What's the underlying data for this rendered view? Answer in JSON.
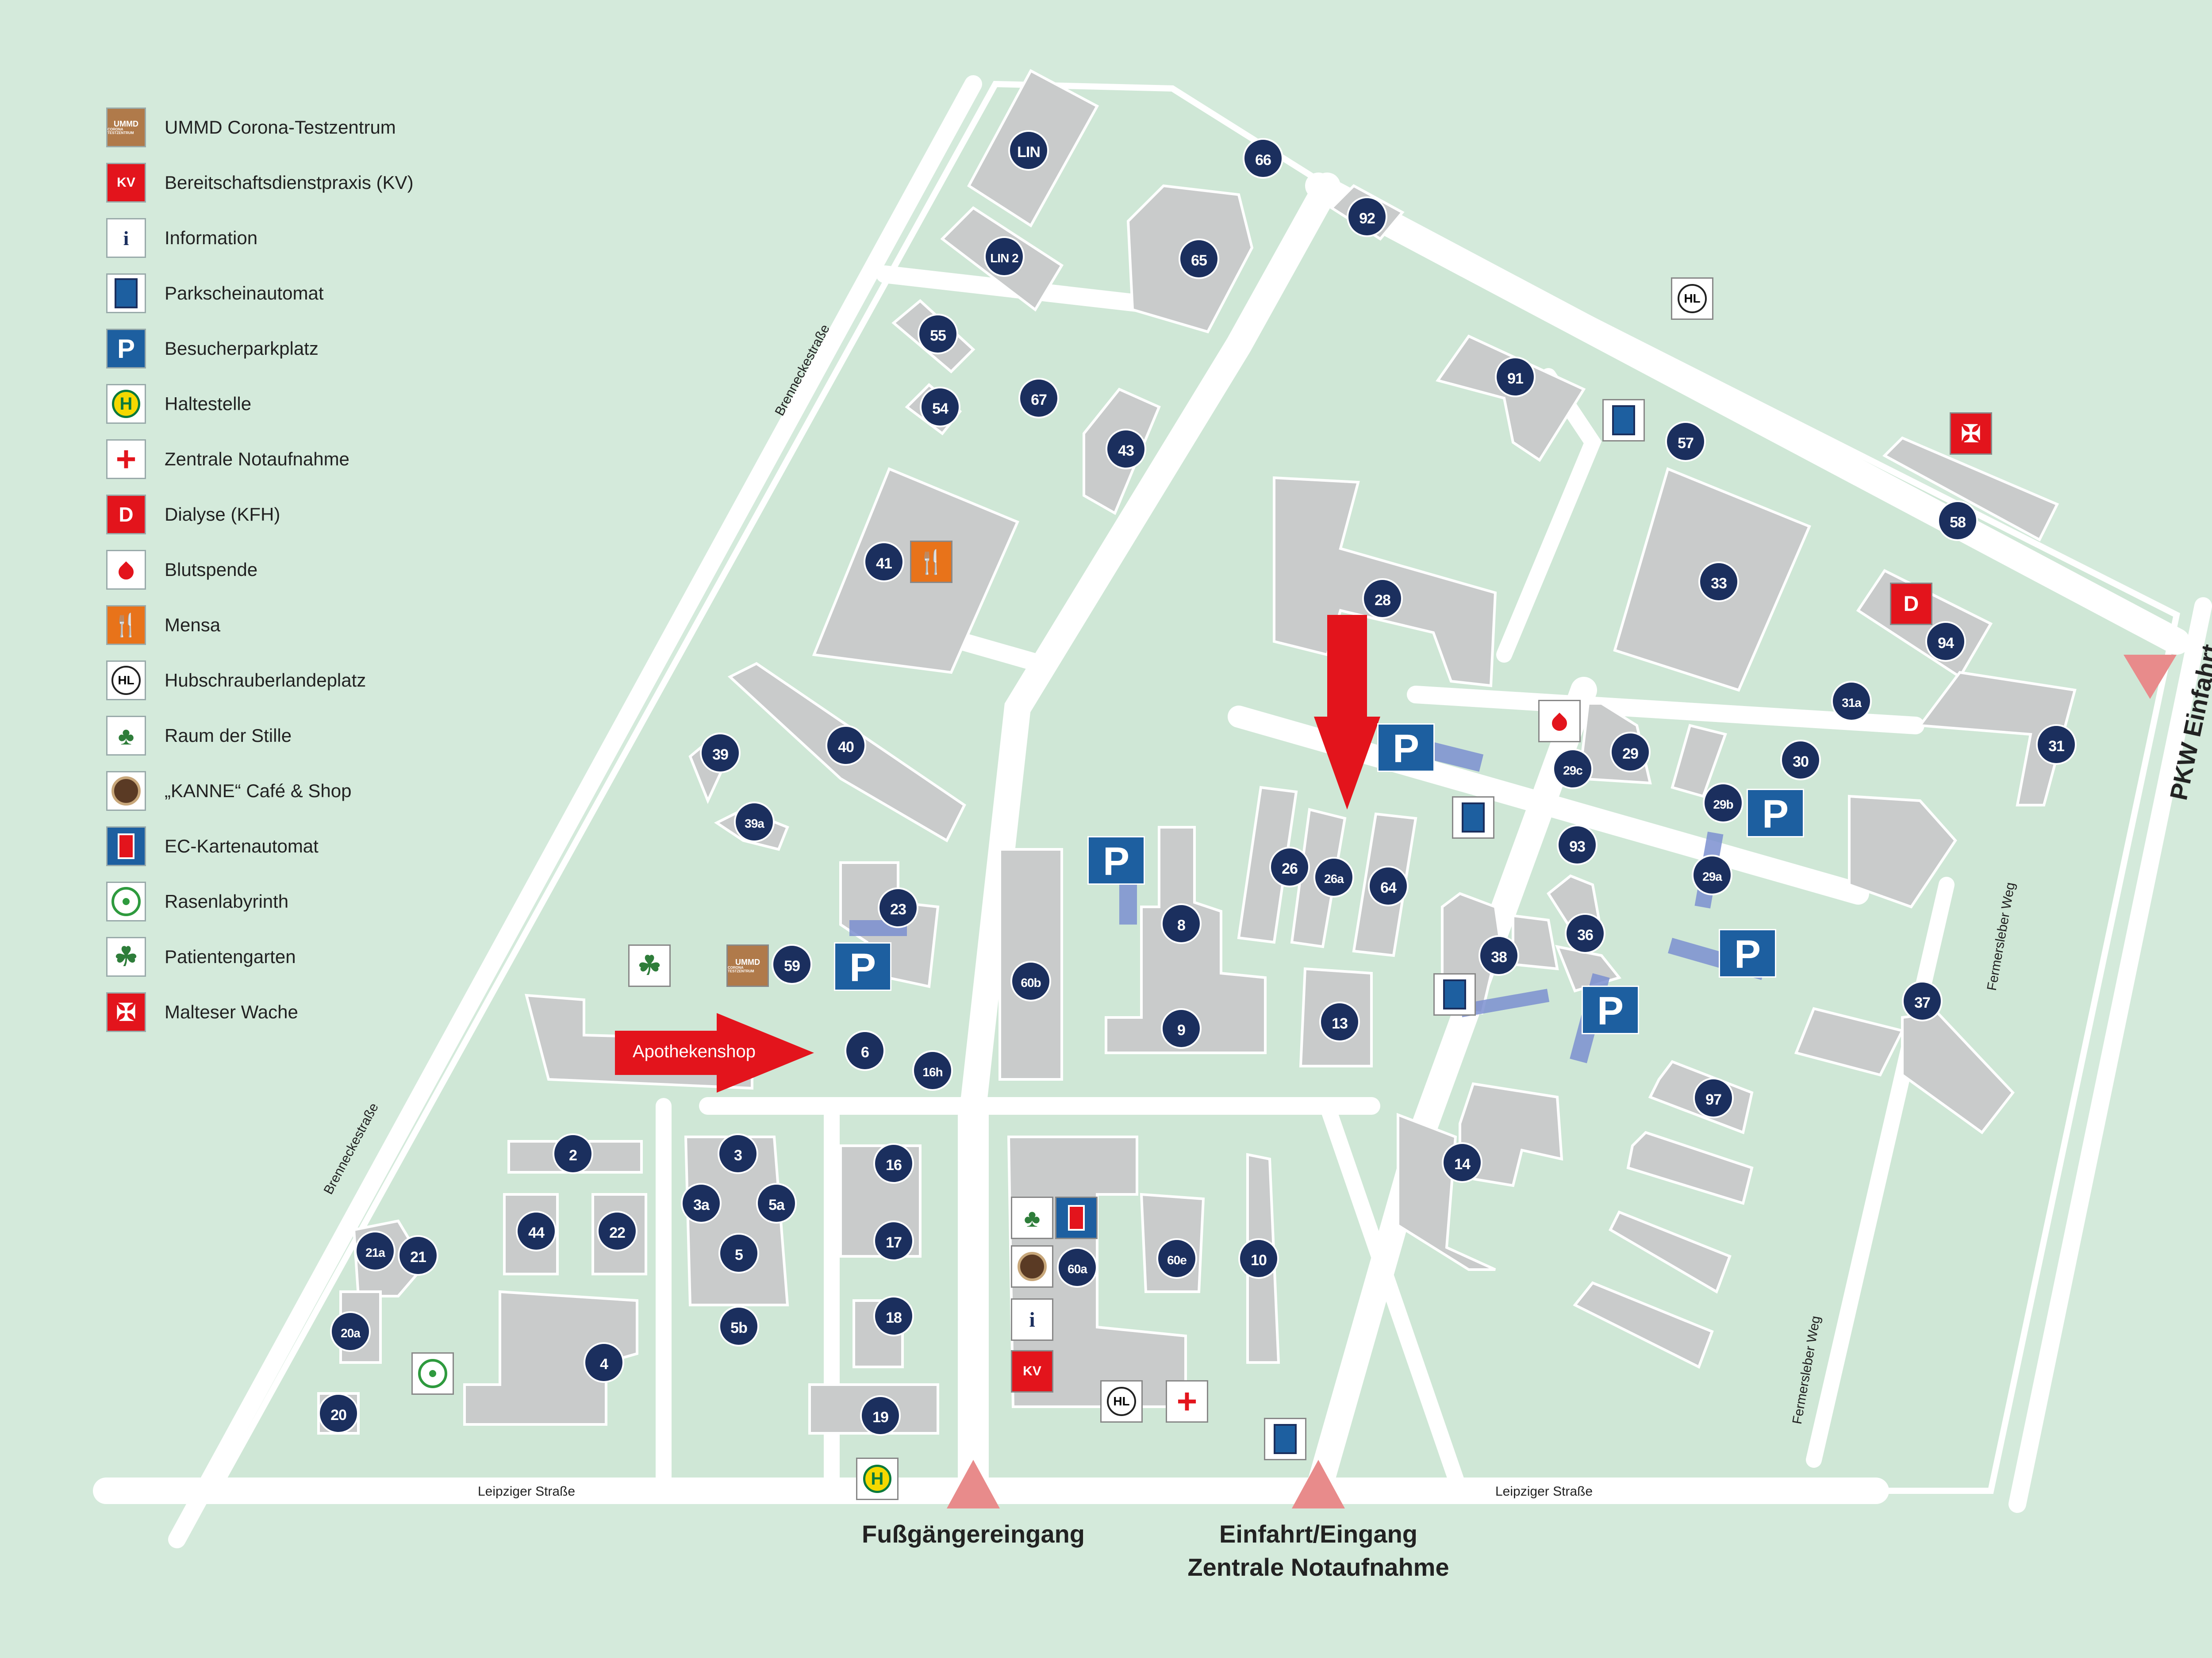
{
  "legend": {
    "items": [
      {
        "icon": "ummd-test-center-icon",
        "label": "UMMD Corona-Testzentrum"
      },
      {
        "icon": "kv-icon",
        "label": "Bereitschaftsdienstpraxis (KV)"
      },
      {
        "icon": "info-icon",
        "label": "Information"
      },
      {
        "icon": "parking-meter-icon",
        "label": "Parkscheinautomat"
      },
      {
        "icon": "parking-icon",
        "label": "Besucherparkplatz"
      },
      {
        "icon": "bus-stop-icon",
        "label": "Haltestelle"
      },
      {
        "icon": "red-cross-icon",
        "label": "Zentrale Notaufnahme"
      },
      {
        "icon": "dialysis-icon",
        "label": "Dialyse (KFH)"
      },
      {
        "icon": "blood-drop-icon",
        "label": "Blutspende"
      },
      {
        "icon": "cafeteria-icon",
        "label": "Mensa"
      },
      {
        "icon": "helipad-icon",
        "label": "Hubschrauberlandeplatz"
      },
      {
        "icon": "tree-silence-icon",
        "label": "Raum der Stille"
      },
      {
        "icon": "coffee-cup-icon",
        "label": "„KANNE“ Café & Shop"
      },
      {
        "icon": "ec-atm-icon",
        "label": "EC-Kartenautomat"
      },
      {
        "icon": "labyrinth-icon",
        "label": "Rasenlabyrinth"
      },
      {
        "icon": "garden-icon",
        "label": "Patientengarten"
      },
      {
        "icon": "maltese-cross-icon",
        "label": "Malteser Wache"
      }
    ]
  },
  "icon_text": {
    "kv": "KV",
    "info": "i",
    "parking": "P",
    "bus": "H",
    "cross": "+",
    "dialysis": "D",
    "helipad": "HL",
    "ummd": "UMMD",
    "ummd_sub": "CORONA TESTZENTRUM"
  },
  "colors": {
    "background": "#d4eadb",
    "building": "#c9cbcb",
    "road": "#ffffff",
    "badge": "#1b2f5e",
    "parking_blue": "#1d5fa0",
    "arrow_red": "#e3141c",
    "entrance_marker": "#e88b8b"
  },
  "buildings": [
    "LIN",
    "LIN 2",
    "66",
    "92",
    "65",
    "55",
    "54",
    "67",
    "43",
    "HL",
    "91",
    "57",
    "58",
    "41",
    "28",
    "33",
    "94",
    "31a",
    "39",
    "40",
    "29c",
    "29",
    "30",
    "31",
    "39a",
    "29b",
    "93",
    "23",
    "26",
    "26a",
    "64",
    "29a",
    "8",
    "60b",
    "59",
    "38",
    "36",
    "37",
    "6",
    "16h",
    "13",
    "9",
    "97",
    "2",
    "3",
    "16",
    "14",
    "3a",
    "5a",
    "44",
    "22",
    "17",
    "60a",
    "60e",
    "10",
    "21a",
    "21",
    "5",
    "20a",
    "5b",
    "18",
    "4",
    "20",
    "19"
  ],
  "callout": {
    "label": "Apothekenshop"
  },
  "streets": {
    "brennecke_upper": "Brenneckestraße",
    "brennecke_lower": "Brenneckestraße",
    "leipziger_left": "Leipziger Straße",
    "leipziger_right": "Leipziger Straße",
    "fermersleber_upper": "Fermersleber Weg",
    "fermersleber_lower": "Fermersleber Weg"
  },
  "entrances": {
    "pedestrian": "Fußgängereingang",
    "emergency_line1": "Einfahrt/Eingang",
    "emergency_line2": "Zentrale Notaufnahme",
    "car": "PKW Einfahrt"
  }
}
